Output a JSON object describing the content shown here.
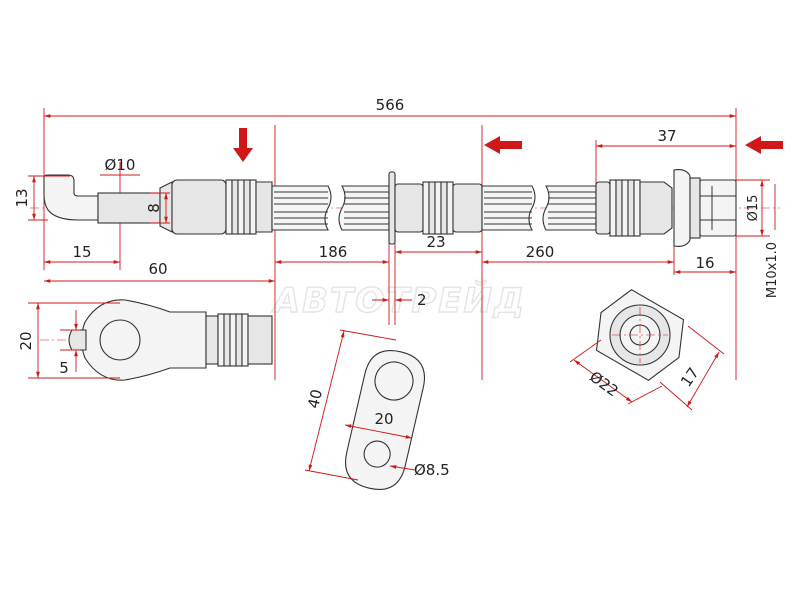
{
  "watermark": "АВТОТРЕЙД",
  "dimensions": {
    "total_length": "566",
    "right_fitting_length": "37",
    "left_fitting_diameter": "Ø10",
    "bend_height": "13",
    "left_fitting_width": "8",
    "left_offset": "15",
    "left_fitting_length": "60",
    "hose_segment_1": "186",
    "bracket_collar": "23",
    "hose_segment_2": "260",
    "right_hex_length": "16",
    "right_nut_diameter": "Ø15",
    "thread": "M10x1.0",
    "bracket_thickness": "2",
    "eye_width": "20",
    "eye_offset": "5",
    "bracket_length": "40",
    "bracket_hole_spacing": "20",
    "bracket_hole_diameter": "Ø8.5",
    "hex_across_corners": "Ø22",
    "hex_across_flats": "17"
  },
  "colors": {
    "dimension": "#d01818",
    "outline": "#333333",
    "part_fill": "#e6e6e6"
  }
}
